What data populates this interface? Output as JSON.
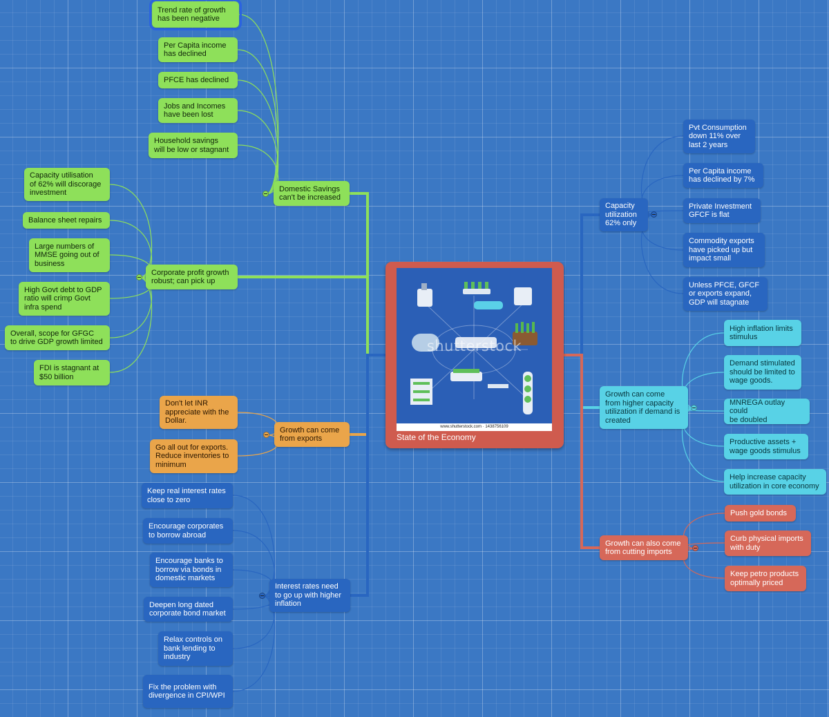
{
  "central": {
    "title": "State of the Economy",
    "image_watermark": "shutterstock",
    "image_credit": "www.shutterstock.com · 1438756109"
  },
  "colors": {
    "green": "#8ee05a",
    "orange": "#eaa54a",
    "blue": "#2966c0",
    "cyan": "#58d2e6",
    "red": "#d66859",
    "central": "#cf5b4e"
  },
  "branches": {
    "domestic_savings": {
      "label": "Domestic Savings\ncan't be increased",
      "children": [
        "Trend rate of growth\nhas been negative",
        "Per Capita income\nhas declined",
        "PFCE has declined",
        "Jobs and Incomes\nhave been lost",
        "Household savings\nwill be low or stagnant"
      ]
    },
    "corporate_profit": {
      "label": "Corporate profit growth\nrobust; can pick up",
      "children": [
        "Capacity utilisation\nof 62% will discorage\ninvestment",
        "Balance sheet repairs",
        "Large numbers of\nMMSE going out of\nbusiness",
        "High Govt debt to GDP\nratio will crimp Govt\ninfra spend",
        "Overall, scope for GFGC\nto drive GDP growth limited",
        "FDI is stagnant at\n$50 billion"
      ]
    },
    "exports": {
      "label": "Growth can come\nfrom exports",
      "children": [
        "Don't let INR\nappreciate with the\nDollar.",
        "Go all out for exports.\nReduce inventories to\nminimum"
      ]
    },
    "interest_rates": {
      "label": "Interest rates need\nto go up with higher\ninflation",
      "children": [
        "Keep real interest rates\nclose to zero",
        "Encourage corporates\nto borrow abroad",
        "Encourage banks to\nborrow via bonds in\ndomestic markets",
        "Deepen long dated\ncorporate bond market",
        "Relax controls on\nbank lending to\nindustry",
        "Fix the problem with\ndivergence in CPI/WPI"
      ]
    },
    "capacity_util": {
      "label": "Capacity\nutilization\n62% only",
      "children": [
        "Pvt Consumption\ndown 11% over\nlast 2 years",
        "Per Capita income\nhas declined by 7%",
        "Private Investment\nGFCF is flat",
        "Commodity exports\nhave picked up but\nimpact small",
        "Unless PFCE, GFCF\nor exports expand,\nGDP will stagnate"
      ]
    },
    "higher_capacity": {
      "label": "Growth can come\nfrom higher capacity\nutilization if demand is\ncreated",
      "children": [
        "High inflation limits\nstimulus",
        "Demand stimulated\nshould be limited to\nwage goods.",
        "MNREGA outlay could\nbe doubled",
        "Productive assets +\nwage goods stimulus",
        "Help increase capacity\nutilization in core economy"
      ]
    },
    "cutting_imports": {
      "label": "Growth can also come\nfrom cutting imports",
      "children": [
        "Push gold bonds",
        "Curb physical imports\nwith duty",
        "Keep petro products\noptimally priced"
      ]
    }
  }
}
